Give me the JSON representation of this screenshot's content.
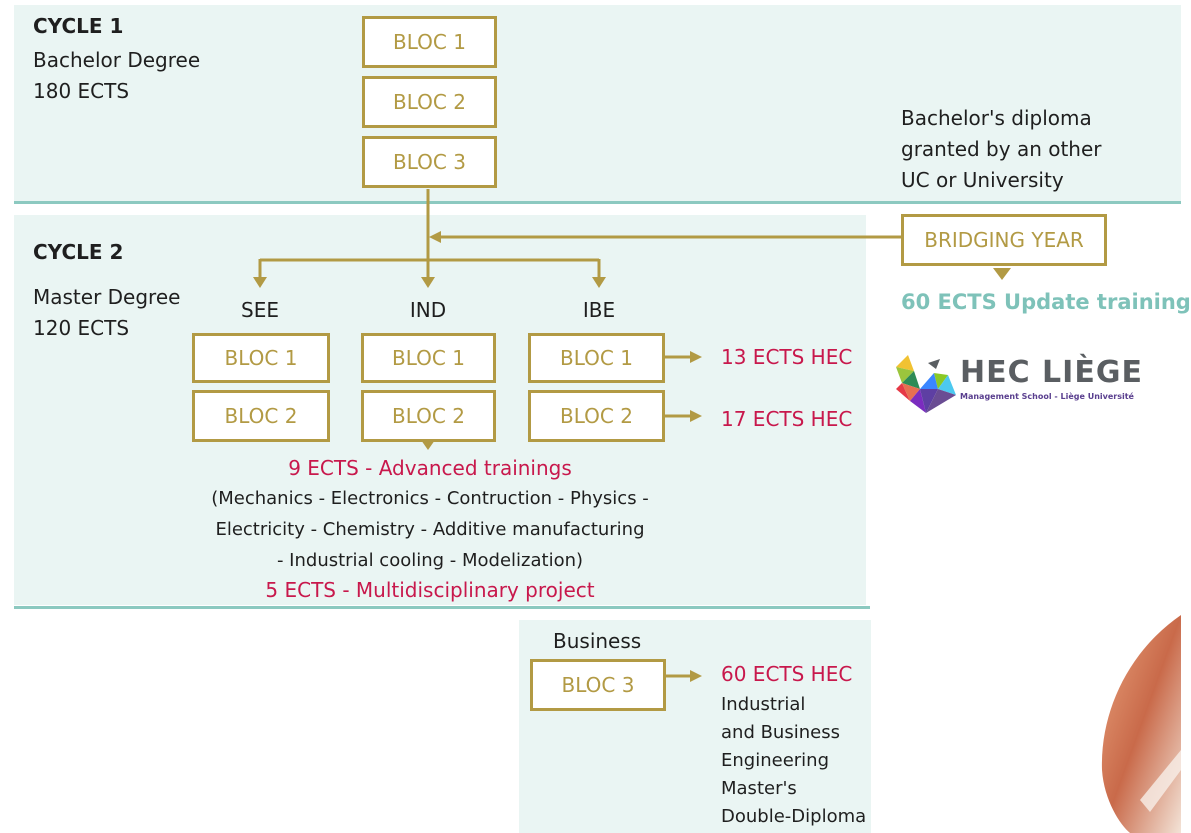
{
  "cycle1": {
    "title": "CYCLE 1",
    "degree": "Bachelor Degree",
    "ects": "180 ECTS",
    "blocs": [
      "BLOC 1",
      "BLOC 2",
      "BLOC 3"
    ]
  },
  "external": {
    "line1": "Bachelor's diploma",
    "line2": "granted by an other",
    "line3": "UC or University",
    "bridging_label": "BRIDGING YEAR",
    "update_training": "60 ECTS Update training"
  },
  "cycle2": {
    "title": "CYCLE 2",
    "degree": "Master Degree",
    "ects": "120 ECTS",
    "tracks": [
      {
        "name": "SEE",
        "blocs": [
          "BLOC 1",
          "BLOC 2"
        ]
      },
      {
        "name": "IND",
        "blocs": [
          "BLOC 1",
          "BLOC 2"
        ]
      },
      {
        "name": "IBE",
        "blocs": [
          "BLOC 1",
          "BLOC 2"
        ]
      }
    ],
    "hec_bloc1": "13 ECTS HEC",
    "hec_bloc2": "17 ECTS HEC",
    "advanced_title": "9 ECTS - Advanced trainings",
    "advanced_line1": "(Mechanics - Electronics - Contruction - Physics -",
    "advanced_line2": "Electricity - Chemistry - Additive manufacturing",
    "advanced_line3": "- Industrial cooling - Modelization)",
    "project": "5 ECTS - Multidisciplinary project"
  },
  "logo": {
    "name": "HEC LIÈGE",
    "tagline": "Management School - Liège Université"
  },
  "business": {
    "label": "Business",
    "bloc": "BLOC 3",
    "hec": "60 ECTS HEC",
    "desc": [
      "Industrial",
      "and Business",
      "Engineering",
      "Master's",
      "Double-Diploma"
    ]
  },
  "colors": {
    "gold": "#b29a44",
    "red": "#c8184c",
    "teal": "#7ec2b9",
    "panel": "#eaf5f3"
  }
}
